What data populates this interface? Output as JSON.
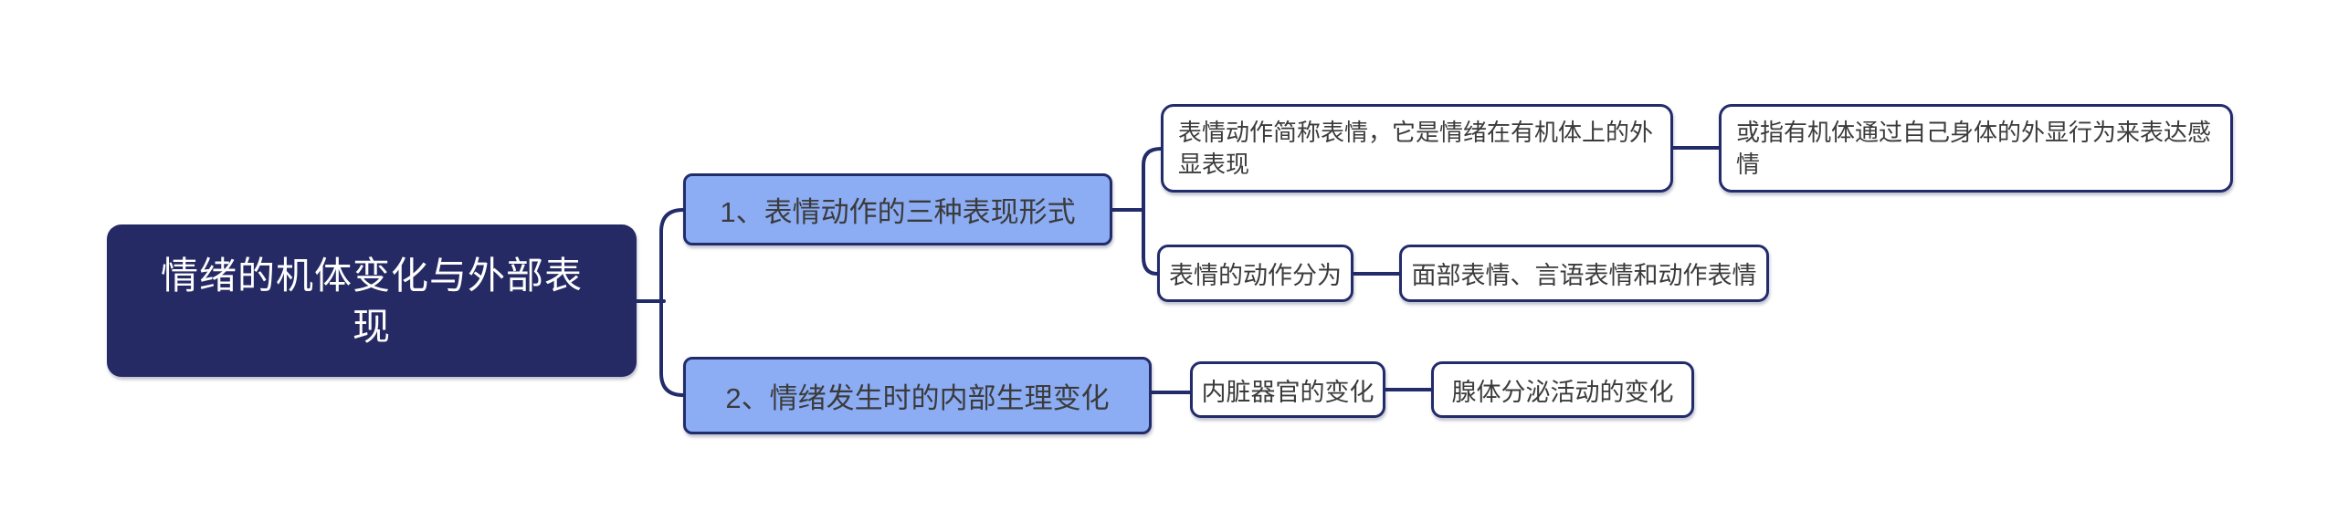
{
  "colors": {
    "background": "#ffffff",
    "root-fill": "#262a64",
    "root-text": "#ffffff",
    "branch-fill": "#8cadf4",
    "node-fill": "#ffffff",
    "node-text": "#3b3b3b",
    "stroke": "#232c6b"
  },
  "mindmap": {
    "root": {
      "label": "情绪的机体变化与外部表现"
    },
    "branches": [
      {
        "label": "1、表情动作的三种表现形式",
        "children": [
          {
            "label": "表情动作简称表情，它是情绪在有机体上的外显表现",
            "children": [
              {
                "label": "或指有机体通过自己身体的外显行为来表达感情"
              }
            ]
          },
          {
            "label": "表情的动作分为",
            "children": [
              {
                "label": "面部表情、言语表情和动作表情"
              }
            ]
          }
        ]
      },
      {
        "label": "2、情绪发生时的内部生理变化",
        "children": [
          {
            "label": "内脏器官的变化",
            "children": [
              {
                "label": "腺体分泌活动的变化"
              }
            ]
          }
        ]
      }
    ]
  }
}
